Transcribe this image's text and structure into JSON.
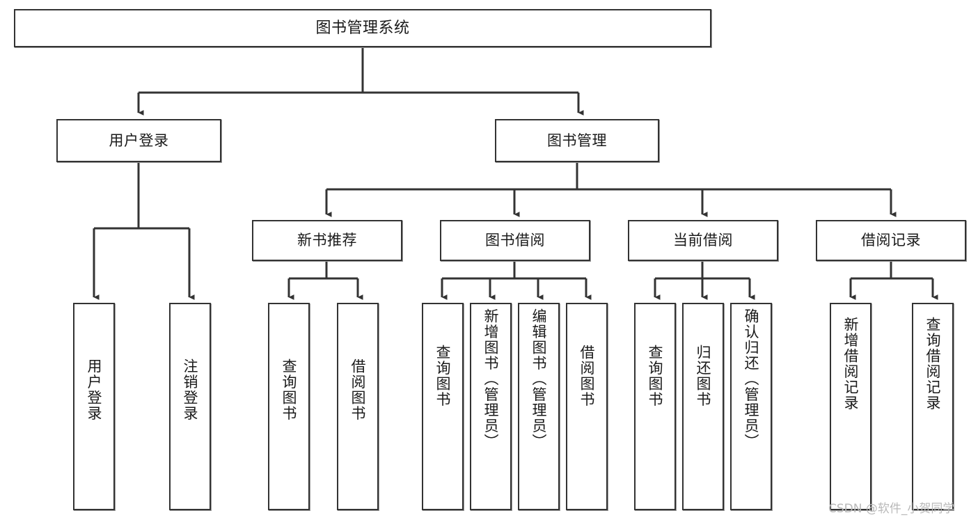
{
  "diagram": {
    "title": "图书管理系统",
    "watermark": "CSDN @软件_小贺同学",
    "type": "tree-hierarchy-diagram",
    "root": {
      "id": "root",
      "label": "图书管理系统"
    },
    "level2": [
      {
        "id": "user-login",
        "label": "用户登录"
      },
      {
        "id": "book-management",
        "label": "图书管理"
      }
    ],
    "level3": [
      {
        "id": "new-book-recommend",
        "label": "新书推荐",
        "parent": "book-management"
      },
      {
        "id": "book-borrow",
        "label": "图书借阅",
        "parent": "book-management"
      },
      {
        "id": "current-borrow",
        "label": "当前借阅",
        "parent": "book-management"
      },
      {
        "id": "borrow-record",
        "label": "借阅记录",
        "parent": "book-management"
      }
    ],
    "leaves": {
      "user_login": [
        {
          "id": "leaf-user-login",
          "label": "用户登录"
        },
        {
          "id": "leaf-logout-login",
          "label": "注销登录"
        }
      ],
      "new_book_recommend": [
        {
          "id": "leaf-query-book-1",
          "label": "查询图书"
        },
        {
          "id": "leaf-borrow-book-1",
          "label": "借阅图书"
        }
      ],
      "book_borrow": [
        {
          "id": "leaf-query-book-2",
          "label": "查询图书"
        },
        {
          "id": "leaf-add-book",
          "label": "新增图书（管理员）"
        },
        {
          "id": "leaf-edit-book",
          "label": "编辑图书（管理员）"
        },
        {
          "id": "leaf-borrow-book-2",
          "label": "借阅图书"
        }
      ],
      "current_borrow": [
        {
          "id": "leaf-query-book-3",
          "label": "查询图书"
        },
        {
          "id": "leaf-return-book",
          "label": "归还图书"
        },
        {
          "id": "leaf-confirm-return",
          "label": "确认归还（管理员）"
        }
      ],
      "borrow_record": [
        {
          "id": "leaf-add-record",
          "label": "新增借阅记录"
        },
        {
          "id": "leaf-query-record",
          "label": "查询借阅记录"
        }
      ]
    },
    "colors": {
      "background": "#ffffff",
      "node_border": "#333333",
      "node_fill": "#ffffff",
      "connector": "#333333",
      "text": "#1a1a1a",
      "watermark": "#b9b9b9"
    }
  }
}
